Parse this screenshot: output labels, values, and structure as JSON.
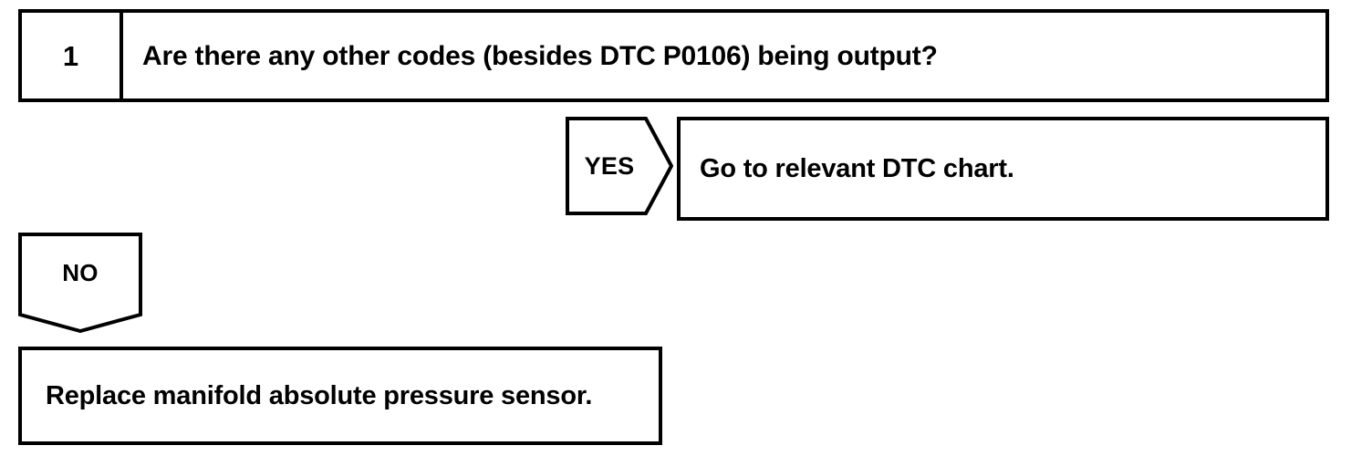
{
  "colors": {
    "ink": "#000000",
    "paper": "#ffffff"
  },
  "flowchart": {
    "step": {
      "number": "1",
      "question": "Are there any other codes (besides DTC P0106) being output?"
    },
    "branches": [
      {
        "label": "YES",
        "shape": "pentagon-right",
        "result": "Go to relevant DTC chart."
      },
      {
        "label": "NO",
        "shape": "pentagon-down",
        "result": "Replace manifold absolute pressure sensor."
      }
    ]
  }
}
